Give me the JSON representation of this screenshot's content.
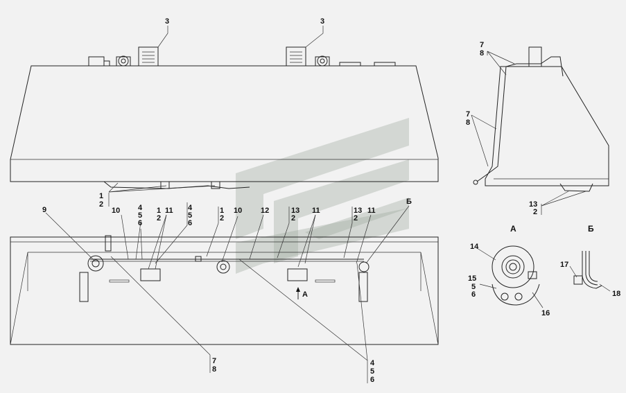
{
  "front_view": {
    "callouts": {
      "vent_left": "3",
      "vent_right": "3",
      "lower_a": "1",
      "lower_b": "2"
    }
  },
  "section_view": {
    "callouts": {
      "c9": "9",
      "c10a": "10",
      "c4a": "4",
      "c5a": "5",
      "c6a": "6",
      "c1a": "1",
      "c2a": "2",
      "c11a": "11",
      "c4b": "4",
      "c5b": "5",
      "c6b": "6",
      "c1b": "1",
      "c2b": "2",
      "c10b": "10",
      "c12": "12",
      "c13a": "13",
      "c2c": "2",
      "c11b": "11",
      "c13b": "13",
      "c2d": "2",
      "c11c": "11",
      "view_b": "Б",
      "view_a": "А",
      "c7": "7",
      "c8": "8",
      "c4c": "4",
      "c5c": "5",
      "c6c": "6"
    }
  },
  "side_view": {
    "callouts": {
      "c7a": "7",
      "c8a": "8",
      "c7b": "7",
      "c8b": "8",
      "c13": "13",
      "c2": "2"
    }
  },
  "detail_a": {
    "title": "А",
    "callouts": {
      "c14": "14",
      "c15": "15",
      "c5": "5",
      "c6": "6",
      "c16": "16"
    }
  },
  "detail_b": {
    "title": "Б",
    "callouts": {
      "c17": "17",
      "c18": "18"
    }
  }
}
